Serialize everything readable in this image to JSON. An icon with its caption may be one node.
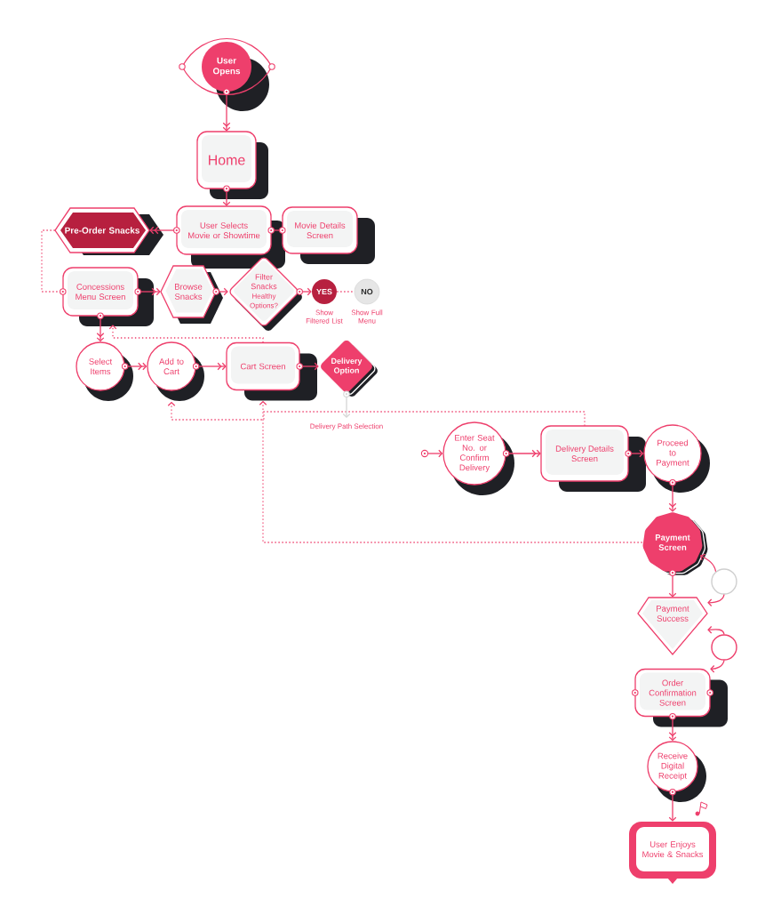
{
  "diagram": {
    "nodes": [
      {
        "text": [
          "User Opens"
        ]
      },
      {
        "text": [
          "Home"
        ]
      },
      {
        "text": [
          "Pre-Order Snacks"
        ]
      },
      {
        "text": [
          "User Selects Movie or Showtime"
        ]
      },
      {
        "text": [
          "Movie Details Screen"
        ]
      },
      {
        "text": [
          "Concessions Menu Screen"
        ]
      },
      {
        "text": [
          "Browse Snacks"
        ]
      },
      {
        "text": [
          "Filter Snacks",
          "Healthy Options?"
        ]
      },
      {
        "text": [
          "YES"
        ],
        "beside": [
          "Show Filtered List"
        ]
      },
      {
        "text": [
          "NO"
        ],
        "beside": [
          "Show Full Menu"
        ]
      },
      {
        "text": [
          "Select Items"
        ]
      },
      {
        "text": [
          "Add to Cart"
        ]
      },
      {
        "text": [
          "Cart Screen"
        ]
      },
      {
        "text": [
          "Delivery Option"
        ]
      },
      {
        "text": [],
        "shape": "circle"
      },
      {
        "text": [
          "Enter Seat No. or Confirm Delivery"
        ]
      },
      {
        "text": [
          "Delivery Details Screen"
        ]
      },
      {
        "text": [
          "Proceed to Payment"
        ]
      },
      {
        "text": [
          "Payment Screen"
        ]
      },
      {
        "text": [],
        "shape": "circle"
      },
      {
        "text": [
          "Payment Success"
        ]
      },
      {
        "text": [],
        "shape": "circle"
      },
      {
        "text": [
          "Order Confirmation Screen"
        ]
      },
      {
        "text": [
          "Receive Digital Receipt"
        ]
      },
      {
        "text": [
          "User Enjoys Movie & Snacks"
        ]
      }
    ],
    "edges": [
      {
        "from": 0,
        "to": 1,
        "arrow": "to"
      },
      {
        "from": 1,
        "to": 3,
        "arrow": "to"
      },
      {
        "from": 3,
        "to": 2,
        "arrow": "to"
      },
      {
        "from": 3,
        "to": 4,
        "arrow": "none"
      },
      {
        "from": 2,
        "to": 5,
        "arrow": "none",
        "style": "dashed"
      },
      {
        "from": 5,
        "to": 6,
        "arrow": "to"
      },
      {
        "from": 6,
        "to": 7,
        "arrow": "to"
      },
      {
        "from": 7,
        "to": 8,
        "arrow": "to"
      },
      {
        "from": 8,
        "to": 9,
        "arrow": "none",
        "style": "dashed"
      },
      {
        "from": 5,
        "to": 10,
        "arrow": "to"
      },
      {
        "from": 10,
        "to": 11,
        "arrow": "to"
      },
      {
        "from": 11,
        "to": 12,
        "arrow": "to"
      },
      {
        "from": 12,
        "to": 13,
        "arrow": "to"
      },
      {
        "from": 12,
        "to": 5,
        "arrow": "to",
        "style": "dashed"
      },
      {
        "from": 18,
        "to": 12,
        "arrow": "to",
        "style": "dashed"
      },
      {
        "from": 16,
        "to": 11,
        "arrow": "to",
        "style": "dashed"
      },
      {
        "from": 13,
        "to": null,
        "arrow": "to",
        "color": "#d6d6d6",
        "label": "Delivery Path Selection"
      },
      {
        "from": 14,
        "to": 15,
        "arrow": "to"
      },
      {
        "from": 15,
        "to": 16,
        "arrow": "to"
      },
      {
        "from": 16,
        "to": 17,
        "arrow": "to"
      },
      {
        "from": 17,
        "to": 18,
        "arrow": "to"
      },
      {
        "from": 18,
        "to": 20,
        "arrow": "to"
      },
      {
        "from": 19,
        "to": 18,
        "arrow": "to"
      },
      {
        "from": 19,
        "to": 20,
        "arrow": "to"
      },
      {
        "from": 21,
        "to": 20,
        "arrow": "to"
      },
      {
        "from": 21,
        "to": 22,
        "arrow": "to"
      },
      {
        "from": 22,
        "to": 23,
        "arrow": "to"
      },
      {
        "from": 23,
        "to": 24,
        "arrow": "to"
      }
    ]
  }
}
